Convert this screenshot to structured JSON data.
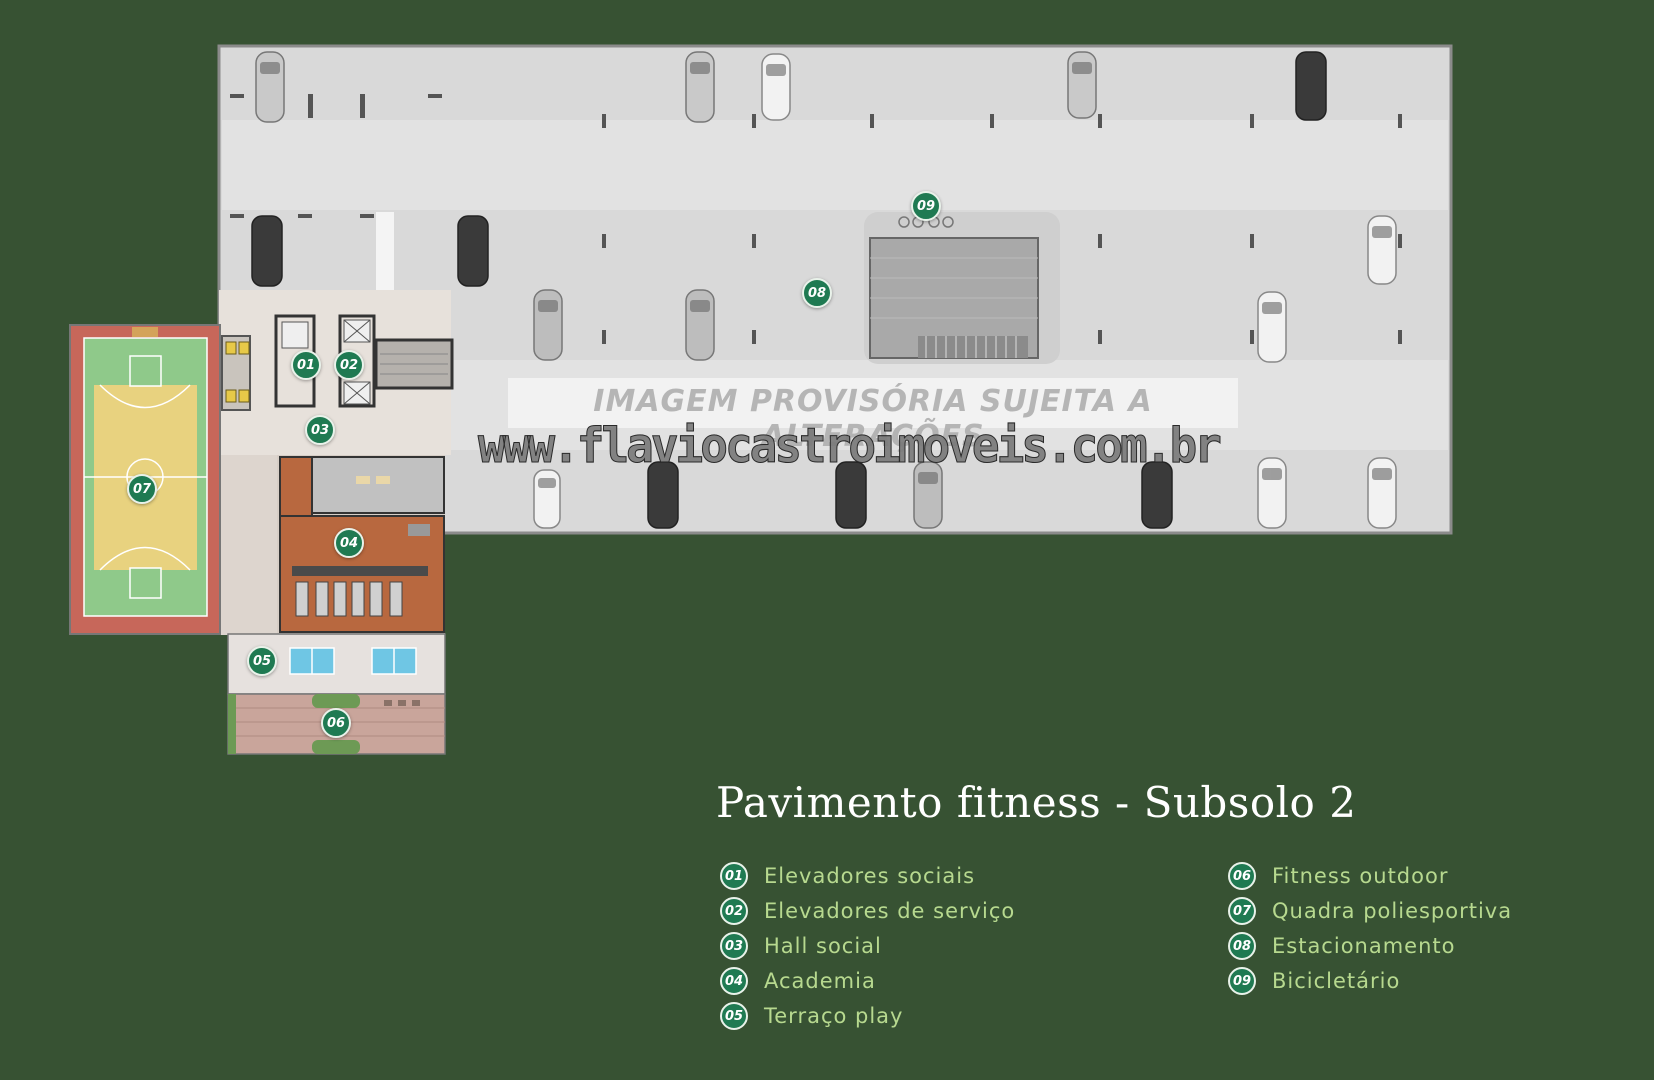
{
  "title": "Pavimento fitness - Subsolo 2",
  "watermark": {
    "line1": "IMAGEM PROVISÓRIA SUJEITA A ALTERAÇÕES",
    "line2": "www.flaviocastroimoveis.com.br"
  },
  "legend": [
    {
      "num": "01",
      "label": "Elevadores sociais"
    },
    {
      "num": "02",
      "label": "Elevadores de serviço"
    },
    {
      "num": "03",
      "label": "Hall social"
    },
    {
      "num": "04",
      "label": "Academia"
    },
    {
      "num": "05",
      "label": "Terraço play"
    },
    {
      "num": "06",
      "label": "Fitness outdoor"
    },
    {
      "num": "07",
      "label": "Quadra poliesportiva"
    },
    {
      "num": "08",
      "label": "Estacionamento"
    },
    {
      "num": "09",
      "label": "Bicicletário"
    }
  ],
  "colors": {
    "background": "#375233",
    "marker": "#1f7a52",
    "legend_text": "#b7d98f",
    "title_text": "#ffffff",
    "parking_floor": "#d8d8d8",
    "court_surround": "#c7675a",
    "court_inner": "#e8d27f",
    "court_key": "#8fc98a",
    "gym_floor": "#b8683f",
    "pool_tables": "#6fc6e4"
  }
}
